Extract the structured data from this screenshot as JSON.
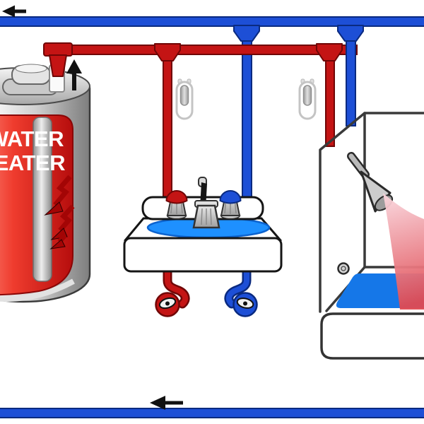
{
  "water_heater": {
    "label_line1": "WATER",
    "label_line2": "HEATER"
  },
  "flow_arrows": {
    "top_cold_main_direction": "left",
    "heater_hot_outlet_direction": "up",
    "bottom_cold_main_direction": "left"
  },
  "colors": {
    "hot": "#c41414",
    "hot_dark": "#700606",
    "cold": "#1d4fd6",
    "cold_dark": "#0a2a80",
    "sink_water": "#1e90ff",
    "tub_water": "#1577e8",
    "spray_light": "#f9d3da",
    "spray_dark": "#e04a52",
    "arrow_black": "#111111"
  }
}
